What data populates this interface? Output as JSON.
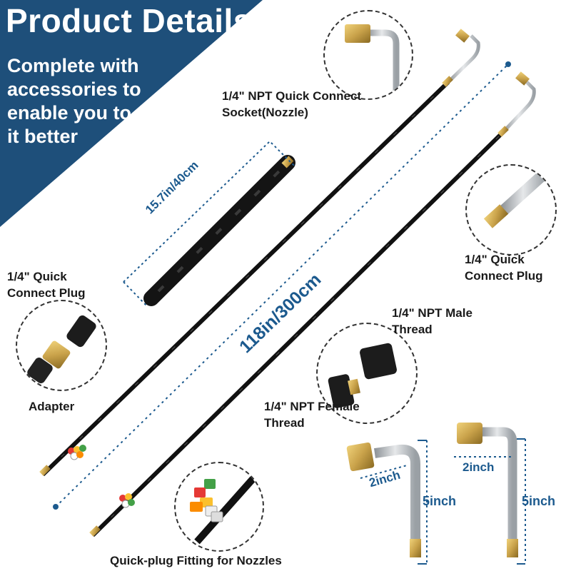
{
  "header": {
    "title": "Product Details",
    "subtitle": "Complete with accessories to enable you to use it better"
  },
  "labels": {
    "socket_nozzle": "1/4\" NPT Quick Connect Socket(Nozzle)",
    "quick_connect_plug_right": "1/4\" Quick Connect Plug",
    "quick_connect_plug_left": "1/4\" Quick Connect Plug",
    "adapter": "Adapter",
    "male_thread": "1/4\" NPT Male Thread",
    "female_thread": "1/4\" NPT Female Thread",
    "nozzles": "Quick-plug Fitting for Nozzles"
  },
  "dimensions": {
    "short_wand": "15.7in/40cm",
    "long_wand": "118in/300cm",
    "bend_width_1": "2inch",
    "bend_height_1": "5inch",
    "bend_width_2": "2inch",
    "bend_height_2": "5inch"
  },
  "colors": {
    "banner": "#1e4f7a",
    "dimension_text": "#1c5a8e",
    "brass": "#c9a24a",
    "steel": "#b8bcc0",
    "hose": "#1a1a1a"
  }
}
